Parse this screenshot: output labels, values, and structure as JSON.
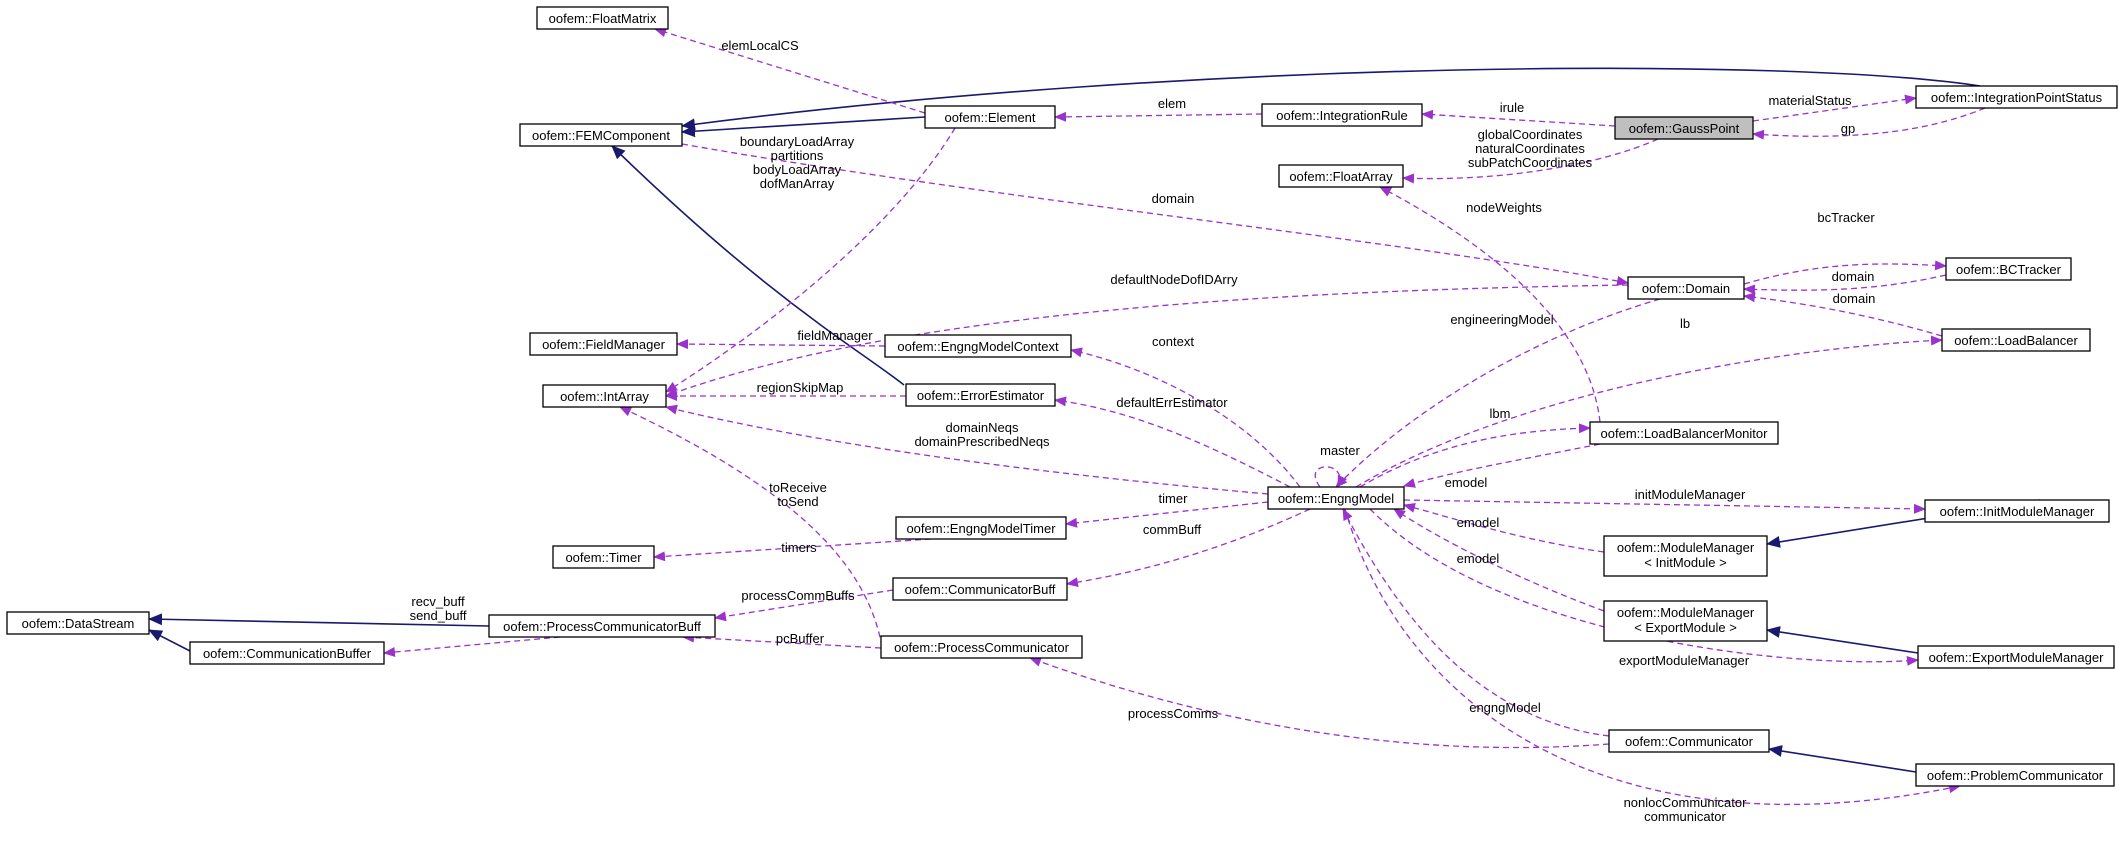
{
  "nodes": [
    {
      "id": "floatmatrix",
      "label": "oofem::FloatMatrix"
    },
    {
      "id": "femcomponent",
      "label": "oofem::FEMComponent"
    },
    {
      "id": "element",
      "label": "oofem::Element"
    },
    {
      "id": "integrationrule",
      "label": "oofem::IntegrationRule"
    },
    {
      "id": "gausspoint",
      "label": "oofem::GaussPoint",
      "focus": true
    },
    {
      "id": "integrationpointstatus",
      "label": "oofem::IntegrationPointStatus"
    },
    {
      "id": "floatarray",
      "label": "oofem::FloatArray"
    },
    {
      "id": "domain",
      "label": "oofem::Domain"
    },
    {
      "id": "bctracker",
      "label": "oofem::BCTracker"
    },
    {
      "id": "loadbalancer",
      "label": "oofem::LoadBalancer"
    },
    {
      "id": "fieldmanager",
      "label": "oofem::FieldManager"
    },
    {
      "id": "engngmodelcontext",
      "label": "oofem::EngngModelContext"
    },
    {
      "id": "intarray",
      "label": "oofem::IntArray"
    },
    {
      "id": "errorestimator",
      "label": "oofem::ErrorEstimator"
    },
    {
      "id": "loadbalancermonitor",
      "label": "oofem::LoadBalancerMonitor"
    },
    {
      "id": "engngmodel",
      "label": "oofem::EngngModel"
    },
    {
      "id": "initmodulemanager",
      "label": "oofem::InitModuleManager"
    },
    {
      "id": "timer",
      "label": "oofem::Timer"
    },
    {
      "id": "engngmodeltimer",
      "label": "oofem::EngngModelTimer"
    },
    {
      "id": "modulemanager_init",
      "label": "oofem::ModuleManager\n< InitModule >"
    },
    {
      "id": "communicatorbuff",
      "label": "oofem::CommunicatorBuff"
    },
    {
      "id": "datastream",
      "label": "oofem::DataStream"
    },
    {
      "id": "processcommunicatorbuff",
      "label": "oofem::ProcessCommunicatorBuff"
    },
    {
      "id": "modulemanager_export",
      "label": "oofem::ModuleManager\n< ExportModule >"
    },
    {
      "id": "communicationbuffer",
      "label": "oofem::CommunicationBuffer"
    },
    {
      "id": "processcommunicator",
      "label": "oofem::ProcessCommunicator"
    },
    {
      "id": "exportmodulemanager",
      "label": "oofem::ExportModuleManager"
    },
    {
      "id": "communicator",
      "label": "oofem::Communicator"
    },
    {
      "id": "problemcommunicator",
      "label": "oofem::ProblemCommunicator"
    }
  ],
  "edge_labels": [
    {
      "id": "elemLocalCS",
      "text": "elemLocalCS"
    },
    {
      "id": "elem",
      "text": "elem"
    },
    {
      "id": "irule",
      "text": "irule"
    },
    {
      "id": "materialStatus",
      "text": "materialStatus"
    },
    {
      "id": "gp",
      "text": "gp"
    },
    {
      "id": "gpcoords",
      "text": "globalCoordinates\nnaturalCoordinates\nsubPatchCoordinates"
    },
    {
      "id": "elemarrays",
      "text": "boundaryLoadArray\npartitions\nbodyLoadArray\ndofManArray"
    },
    {
      "id": "domain_fem",
      "text": "domain"
    },
    {
      "id": "nodeWeights",
      "text": "nodeWeights"
    },
    {
      "id": "bcTracker",
      "text": "bcTracker"
    },
    {
      "id": "domain_bc",
      "text": "domain"
    },
    {
      "id": "defaultNodeDofIDArry",
      "text": "defaultNodeDofIDArry"
    },
    {
      "id": "domain_lb",
      "text": "domain"
    },
    {
      "id": "engineeringModel",
      "text": "engineeringModel"
    },
    {
      "id": "lb",
      "text": "lb"
    },
    {
      "id": "fieldManager",
      "text": "fieldManager"
    },
    {
      "id": "context",
      "text": "context"
    },
    {
      "id": "regionSkipMap",
      "text": "regionSkipMap"
    },
    {
      "id": "defaultErrEstimator",
      "text": "defaultErrEstimator"
    },
    {
      "id": "domainNeqs",
      "text": "domainNeqs\ndomainPrescribedNeqs"
    },
    {
      "id": "master",
      "text": "master"
    },
    {
      "id": "lbm",
      "text": "lbm"
    },
    {
      "id": "emodel_lbm",
      "text": "emodel"
    },
    {
      "id": "toReceive",
      "text": "toReceive\ntoSend"
    },
    {
      "id": "initModuleManager",
      "text": "initModuleManager"
    },
    {
      "id": "timer",
      "text": "timer"
    },
    {
      "id": "emodel_init",
      "text": "emodel"
    },
    {
      "id": "timers",
      "text": "timers"
    },
    {
      "id": "commBuff",
      "text": "commBuff"
    },
    {
      "id": "emodel_export",
      "text": "emodel"
    },
    {
      "id": "processCommBuffs",
      "text": "processCommBuffs"
    },
    {
      "id": "recvsend",
      "text": "recv_buff\nsend_buff"
    },
    {
      "id": "pcBuffer",
      "text": "pcBuffer"
    },
    {
      "id": "exportModuleManager",
      "text": "exportModuleManager"
    },
    {
      "id": "engngModel",
      "text": "engngModel"
    },
    {
      "id": "processComms",
      "text": "processComms"
    },
    {
      "id": "communicators",
      "text": "nonlocCommunicator\ncommunicator"
    }
  ],
  "colors": {
    "inheritance": "#191970",
    "association": "#9a32cd",
    "focus_fill": "#bfbfbf",
    "node_stroke": "#000000"
  }
}
